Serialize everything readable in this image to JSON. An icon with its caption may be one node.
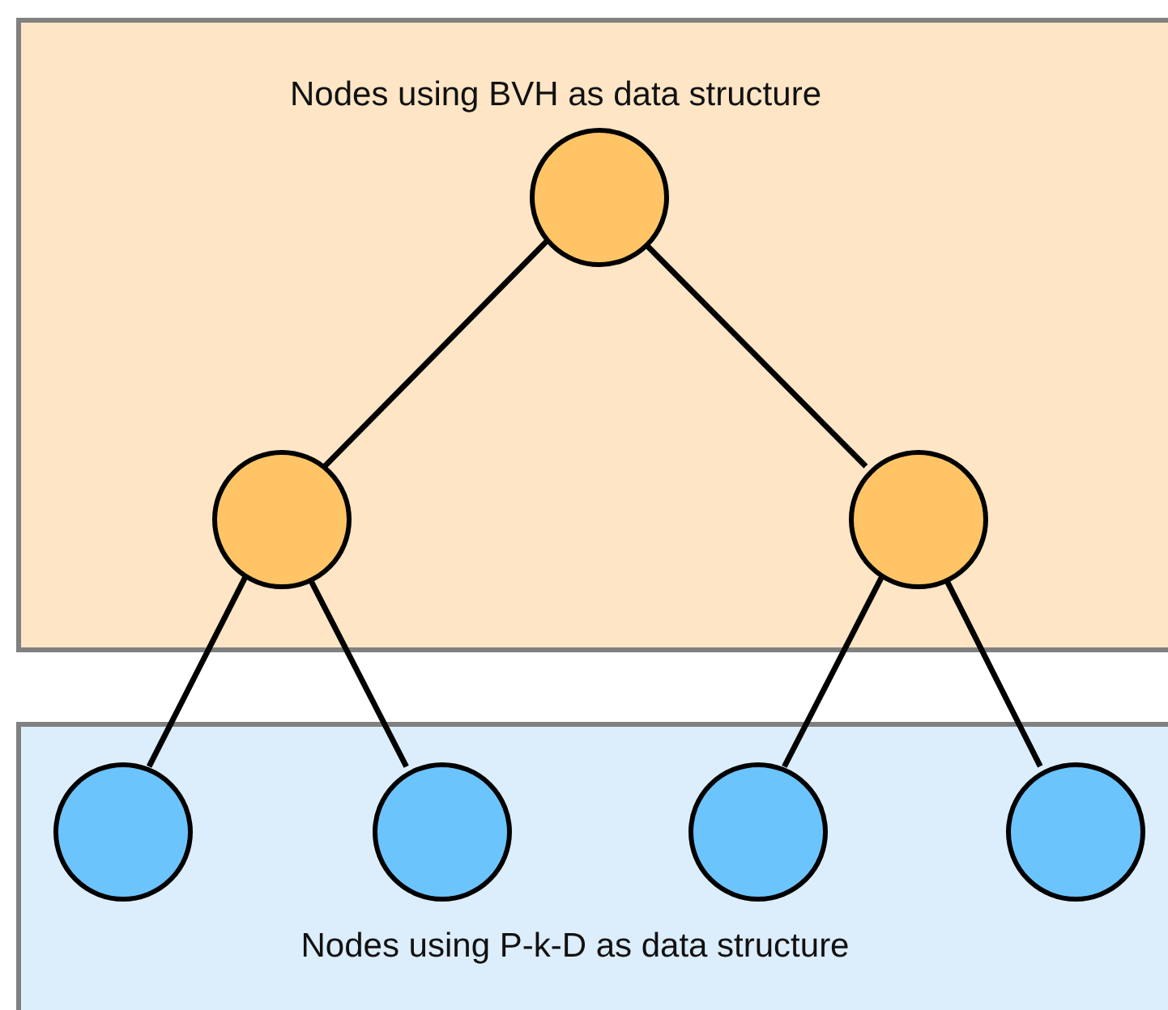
{
  "diagram": {
    "nodes": [
      {
        "text": [
          "Nodes using BVH as data structure"
        ]
      },
      {
        "text": [],
        "shape": "circle",
        "in": 0
      },
      {
        "text": [],
        "shape": "circle",
        "in": 0
      },
      {
        "text": [],
        "shape": "circle",
        "in": 0
      },
      {
        "text": [
          "Nodes using P-k-D as data structure"
        ]
      },
      {
        "text": [],
        "shape": "circle",
        "in": 4
      },
      {
        "text": [],
        "shape": "circle",
        "in": 4
      },
      {
        "text": [],
        "shape": "circle",
        "in": 4
      },
      {
        "text": [],
        "shape": "circle",
        "in": 4
      }
    ],
    "edges": [
      {
        "from": 1,
        "to": 2,
        "arrow": "none"
      },
      {
        "from": 1,
        "to": 3,
        "arrow": "none"
      },
      {
        "from": 2,
        "to": 5,
        "arrow": "none"
      },
      {
        "from": 2,
        "to": 6,
        "arrow": "none"
      },
      {
        "from": 3,
        "to": 7,
        "arrow": "none"
      },
      {
        "from": 3,
        "to": 8,
        "arrow": "none"
      }
    ]
  }
}
